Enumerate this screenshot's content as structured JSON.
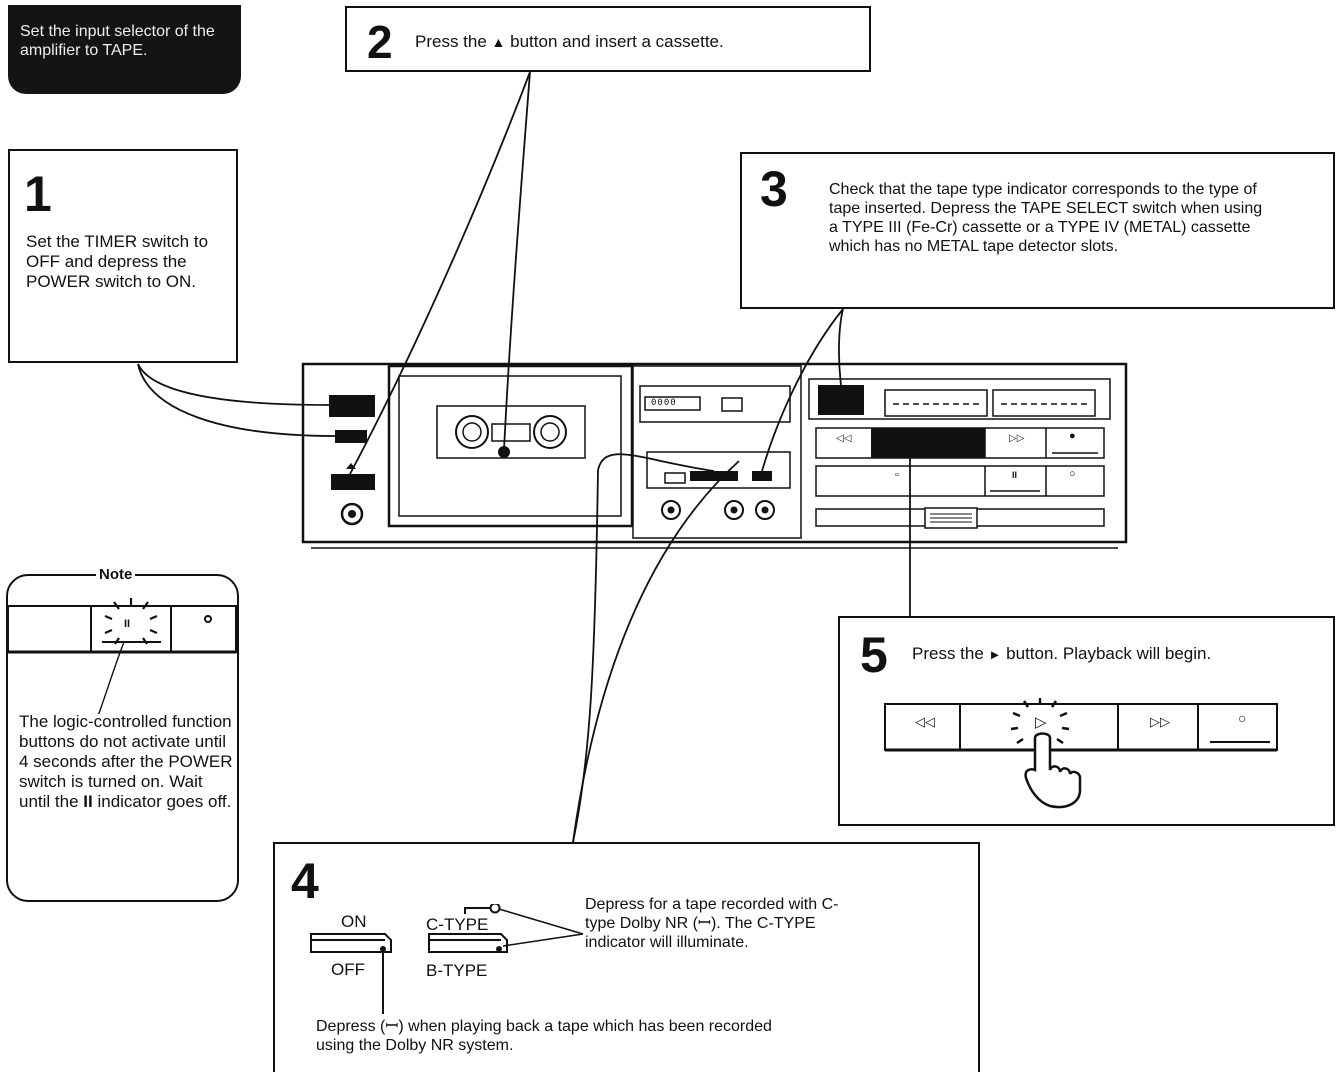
{
  "intro": {
    "text": "Set the input selector of the amplifier to TAPE."
  },
  "step1": {
    "number": "1",
    "text": "Set the TIMER switch to OFF and depress the POWER switch to ON."
  },
  "step2": {
    "number": "2",
    "text_before": "Press the",
    "eject_symbol": "▲",
    "text_after": "button and insert a cassette."
  },
  "step3": {
    "number": "3",
    "text": "Check that the tape type indicator corresponds to the type of tape inserted. Depress the TAPE SELECT switch when using a TYPE III (Fe-Cr) cassette or a TYPE IV (METAL) cassette which has no METAL tape detector slots."
  },
  "step4": {
    "number": "4",
    "on_label": "ON",
    "off_label": "OFF",
    "ctype_label": "C-TYPE",
    "btype_label": "B-TYPE",
    "ctype_text": "Depress for a tape recorded with C-type Dolby NR (ꟷ). The C-TYPE indicator will illuminate.",
    "dolby_text": "Depress (ꟷ) when playing back a tape which has been recorded using the Dolby NR system."
  },
  "step5": {
    "number": "5",
    "text_before": "Press the",
    "play_symbol": "►",
    "text_after": "button.  Playback will begin."
  },
  "note": {
    "title": "Note",
    "text_a": "The logic-controlled function buttons do not activate until 4 seconds after the POWER switch is turned on. Wait until the",
    "pause_symbol": "II",
    "text_b": "indicator goes off."
  },
  "deck": {
    "counter": "0000"
  },
  "buttons": {
    "rewind": "◁◁",
    "ffwd": "▷▷",
    "record": "●",
    "stop": "▫",
    "pause": "II",
    "rec_mute": "○",
    "play": "▷"
  },
  "icons": [
    "eject-icon",
    "play-icon",
    "pause-icon",
    "hand-pointer-icon",
    "dolby-icon"
  ]
}
